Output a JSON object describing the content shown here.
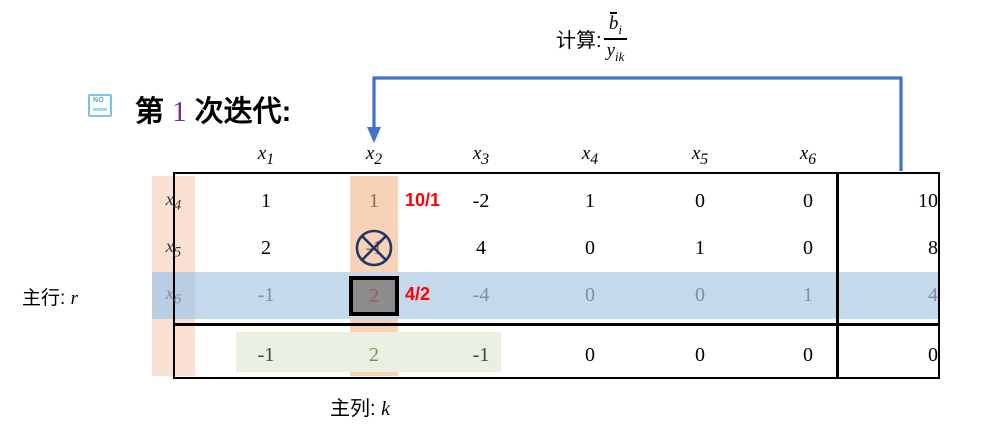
{
  "formula": {
    "label": "计算:",
    "numerator": "b",
    "numerator_sub": "i",
    "denominator": "y",
    "denominator_sub": "ik",
    "full_text": "计算: b̄i / yik"
  },
  "title": {
    "prefix": "第",
    "iteration": "1",
    "suffix": "次迭代:",
    "icon_name": "note-icon",
    "icon_text": "NO",
    "iteration_color": "#7030A0"
  },
  "table": {
    "column_headers": [
      "x1",
      "x2",
      "x3",
      "x4",
      "x5",
      "x6"
    ],
    "row_labels": [
      "x4",
      "x5",
      "x6"
    ],
    "rows": [
      {
        "label": "x4",
        "cells": [
          "1",
          "1",
          "-2",
          "1",
          "0",
          "0"
        ],
        "rhs": "10",
        "ratio": "10/1"
      },
      {
        "label": "x5",
        "cells": [
          "2",
          "-1",
          "4",
          "0",
          "1",
          "0"
        ],
        "rhs": "8",
        "ratio": "",
        "crossed_col": 1
      },
      {
        "label": "x6",
        "cells": [
          "-1",
          "2",
          "-4",
          "0",
          "0",
          "1"
        ],
        "rhs": "4",
        "ratio": "4/2",
        "pivot_col": 1
      }
    ],
    "objective_row": {
      "cells": [
        "-1",
        "2",
        "-1",
        "0",
        "0",
        "0"
      ],
      "rhs": "0"
    }
  },
  "captions": {
    "pivot_row": "主行:",
    "pivot_row_var": "r",
    "pivot_col": "主列:",
    "pivot_col_var": "k"
  },
  "colors": {
    "pivot_column_band": "#F7D2B6",
    "pivot_row_band": "#C5D9EC",
    "objective_band": "#E9F0E1",
    "ratio_text": "#FF0000",
    "arrow": "#4472C4",
    "pivot_cell_fill": "#8C8C8C"
  }
}
